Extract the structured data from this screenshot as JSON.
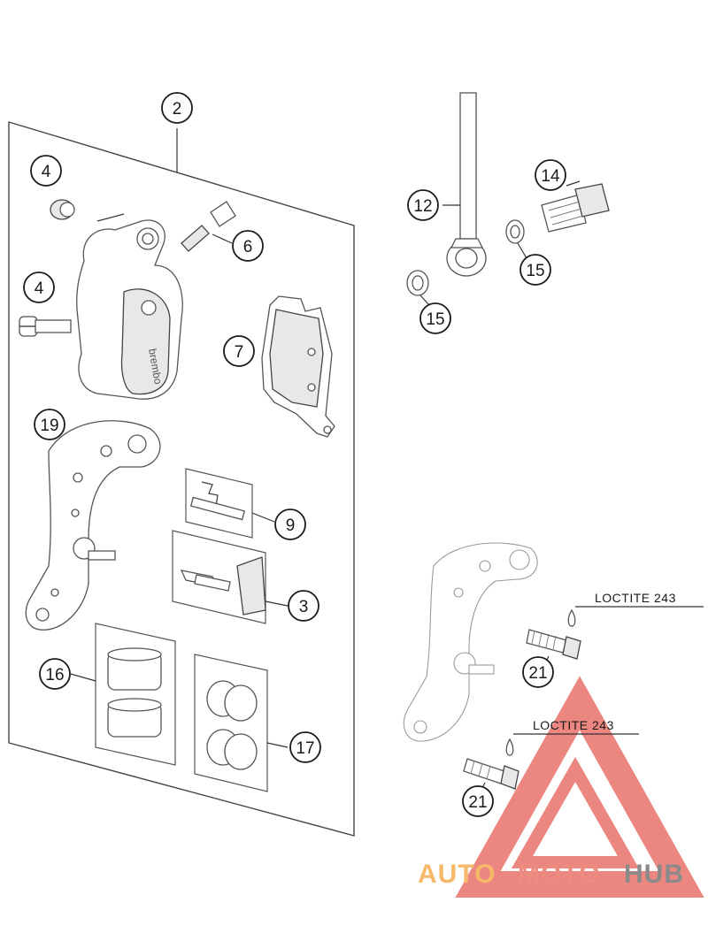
{
  "callouts": [
    {
      "id": "c2",
      "label": "2"
    },
    {
      "id": "c4a",
      "label": "4"
    },
    {
      "id": "c6",
      "label": "6"
    },
    {
      "id": "c4b",
      "label": "4"
    },
    {
      "id": "c7",
      "label": "7"
    },
    {
      "id": "c19",
      "label": "19"
    },
    {
      "id": "c9",
      "label": "9"
    },
    {
      "id": "c3",
      "label": "3"
    },
    {
      "id": "c16",
      "label": "16"
    },
    {
      "id": "c17",
      "label": "17"
    },
    {
      "id": "c12",
      "label": "12"
    },
    {
      "id": "c14",
      "label": "14"
    },
    {
      "id": "c15a",
      "label": "15"
    },
    {
      "id": "c15b",
      "label": "15"
    },
    {
      "id": "c21a",
      "label": "21"
    },
    {
      "id": "c21b",
      "label": "21"
    }
  ],
  "notes": {
    "loctite_1": "LOCTITE 243",
    "loctite_2": "LOCTITE 243"
  },
  "caliper_brand": "brembo",
  "watermark": {
    "part1": "AUTO",
    "part2": "MOTO",
    "part3": "HUB",
    "colors": {
      "auto": "#f6b96a",
      "moto": "#ec8c80",
      "hub": "#8a8a8a",
      "triangle": "#e9716a"
    }
  }
}
